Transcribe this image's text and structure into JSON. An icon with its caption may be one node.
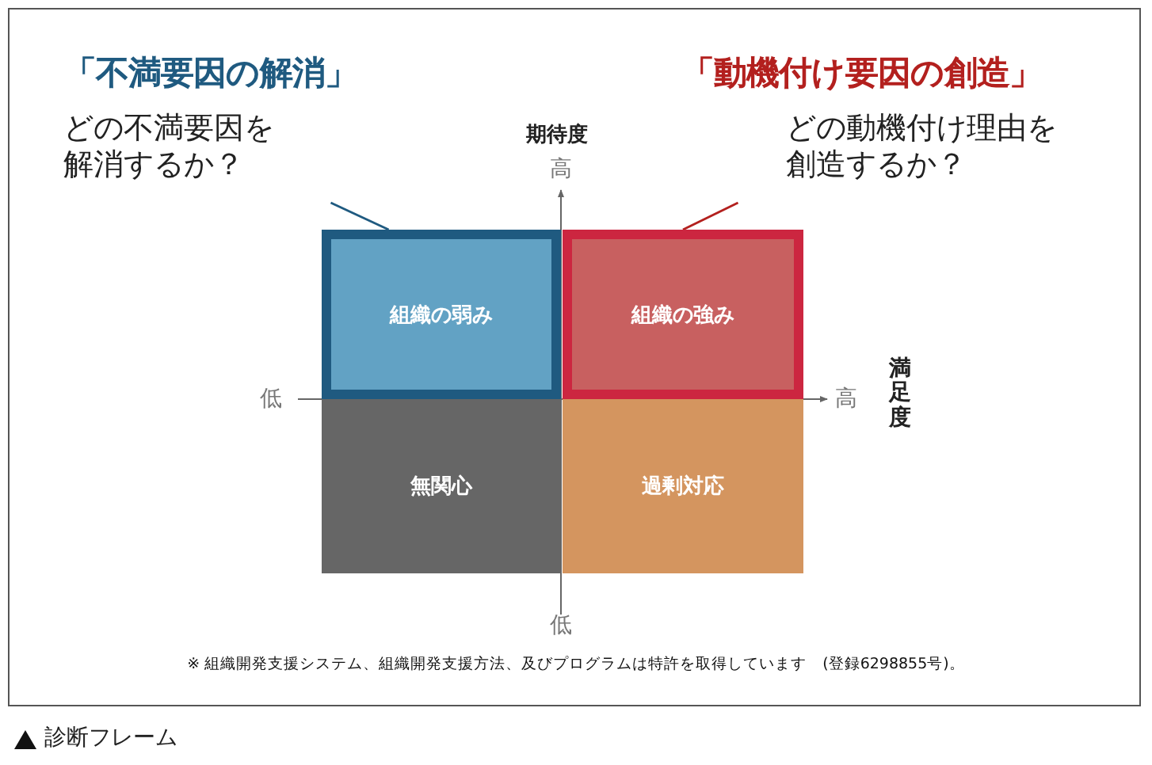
{
  "diagram": {
    "caption": "診断フレーム",
    "nodes": [
      {
        "text": [
          "「不満要因の解消」",
          "どの不満要因を解消するか？"
        ]
      },
      {
        "text": [
          "「動機付け要因の創造」",
          "どの動機付け理由を創造するか？"
        ]
      },
      {
        "text": [
          "組織の弱み"
        ]
      },
      {
        "text": [
          "組織の強み"
        ]
      },
      {
        "text": [
          "無関心"
        ]
      },
      {
        "text": [
          "過剰対応"
        ]
      }
    ],
    "edges": [
      {
        "from": 0,
        "to": 2,
        "arrow": "none",
        "color": "#1f5a80"
      },
      {
        "from": 1,
        "to": 3,
        "arrow": "none",
        "color": "#b3201e"
      }
    ],
    "labels": [
      "期待度",
      "高",
      "低",
      "高",
      "満足度",
      "低",
      "※ 組織開発支援システム、組織開発支援方法、及びプログラムは特許を取得しています　(登録6298855号)。"
    ]
  }
}
